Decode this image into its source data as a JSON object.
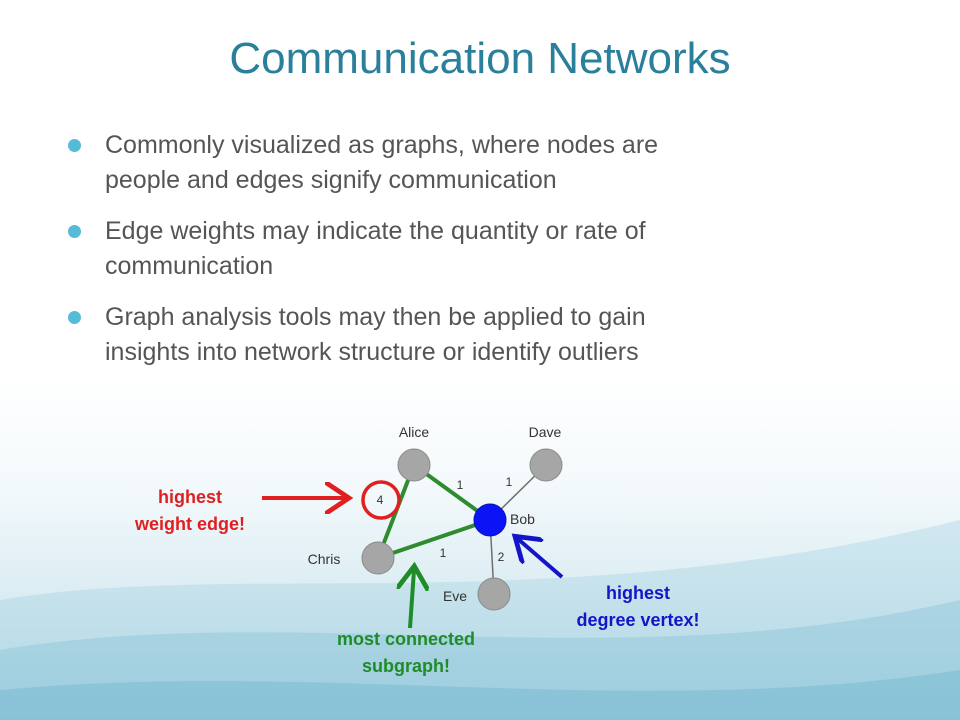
{
  "slide": {
    "title": "Communication Networks",
    "bullets": [
      {
        "line1": "Commonly visualized as graphs, where nodes are",
        "line2": "people and edges signify communication"
      },
      {
        "line1": "Edge weights may indicate the quantity or rate of",
        "line2": "communication"
      },
      {
        "line1": "Graph analysis tools may then be applied to gain",
        "line2": "insights into network structure or identify outliers"
      }
    ]
  },
  "graph": {
    "nodes": {
      "alice": "Alice",
      "dave": "Dave",
      "bob": "Bob",
      "chris": "Chris",
      "eve": "Eve"
    },
    "weights": {
      "alice_bob": "1",
      "dave_bob": "1",
      "alice_chris": "4",
      "chris_bob": "1",
      "bob_eve": "2"
    },
    "colors": {
      "node": "#a6a6a6",
      "highlight_node": "#0a14f5",
      "subgraph_edge": "#2e8b2e",
      "plain_edge": "#6e6e6e",
      "marker_red": "#e02020",
      "arrow_blue": "#1414c8",
      "arrow_green": "#1e8c28"
    }
  },
  "annotations": {
    "weight_edge": {
      "line1": "highest",
      "line2": "weight edge!"
    },
    "degree_vertex": {
      "line1": "highest",
      "line2": "degree vertex!"
    },
    "subgraph": {
      "line1": "most connected",
      "line2": "subgraph!"
    }
  }
}
